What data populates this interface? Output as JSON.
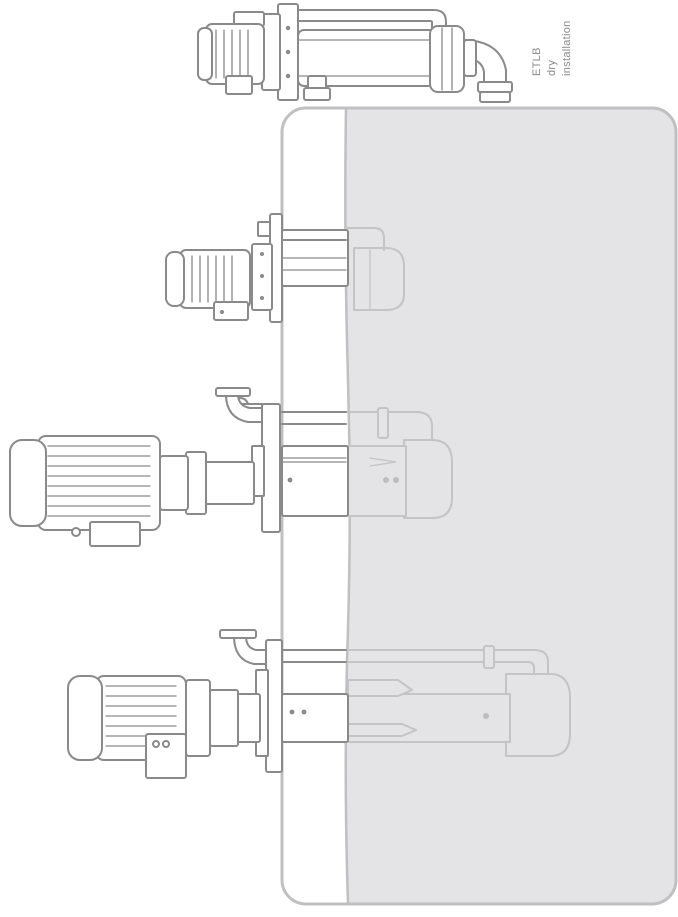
{
  "caption": {
    "line1": "ETLB",
    "line2": "dry",
    "line3": "installation"
  },
  "colors": {
    "outline": "#8a8a8a",
    "liquid_fill": "#e4e4e6",
    "submerged_outline": "#c4c4c6",
    "background": "#ffffff"
  },
  "components": {
    "tank": "tank",
    "pumps": [
      "pump-dry-installation",
      "pump-small-immersion",
      "pump-medium-immersion",
      "pump-large-immersion"
    ]
  }
}
